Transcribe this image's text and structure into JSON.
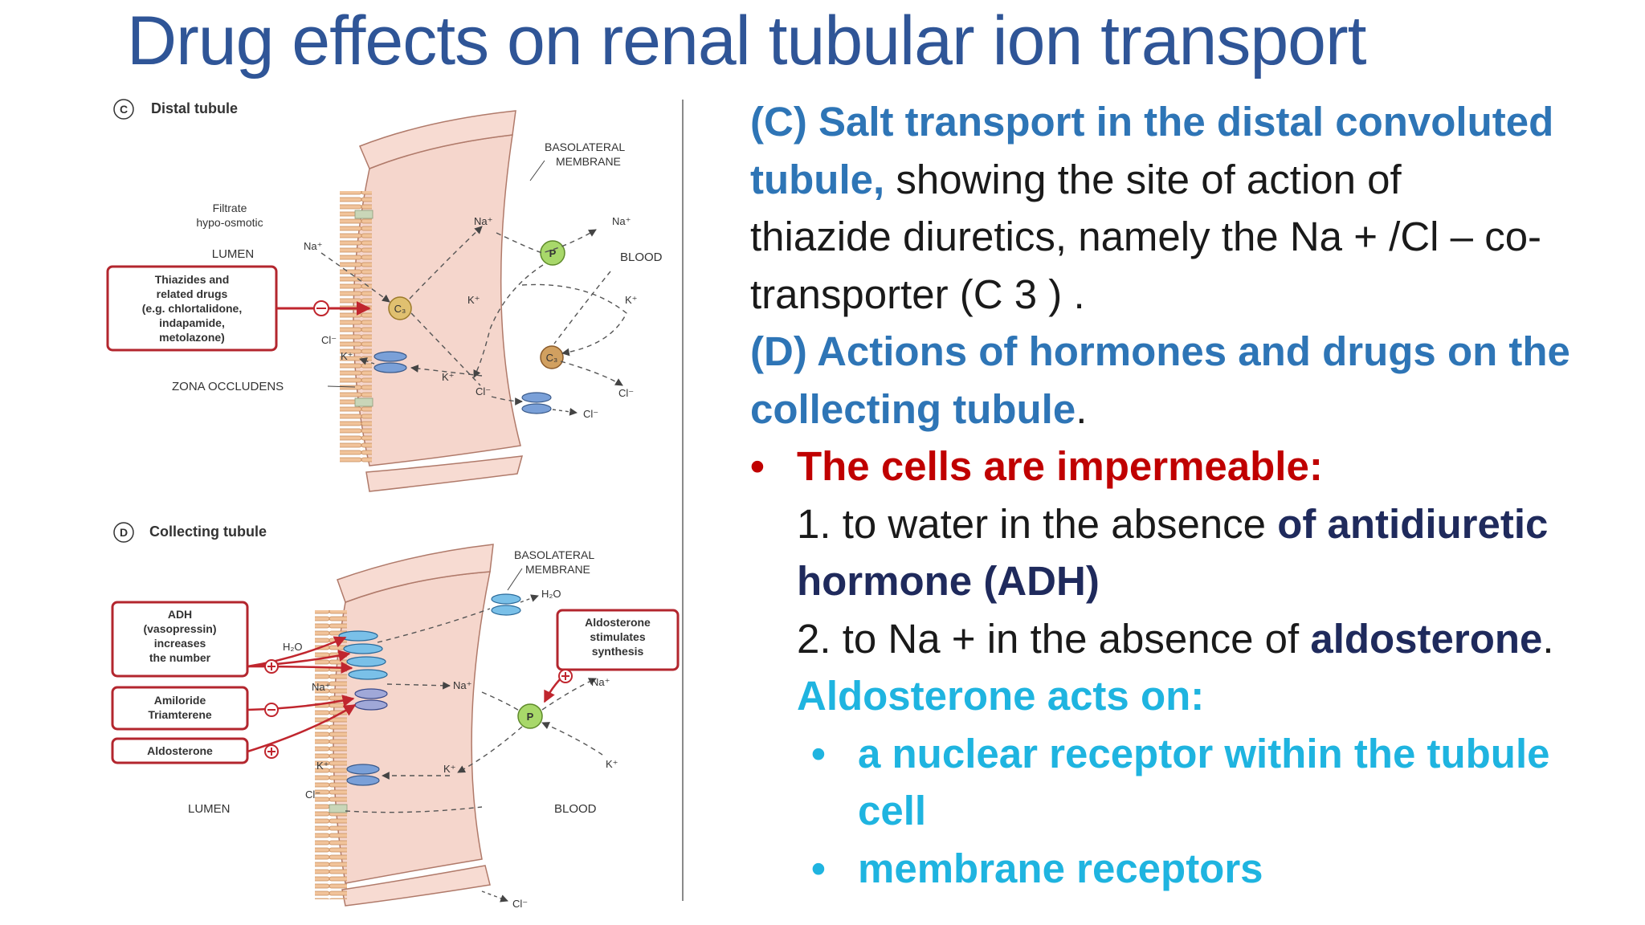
{
  "slide": {
    "title": "Drug effects on renal tubular ion transport"
  },
  "figure_c": {
    "panel_letter": "C",
    "panel_title": "Distal tubule",
    "basolateral": [
      "BASOLATERAL",
      "MEMBRANE"
    ],
    "filtrate": [
      "Filtrate",
      "hypo-osmotic"
    ],
    "lumen": "LUMEN",
    "blood": "BLOOD",
    "zona": "ZONA OCCLUDENS",
    "drug_box": [
      "Thiazides and",
      "related drugs",
      "(e.g. chlortalidone,",
      "indapamide,",
      "metolazone)"
    ],
    "na": "Na⁺",
    "k": "K⁺",
    "cl": "Cl⁻",
    "c3": "C₃",
    "p": "P"
  },
  "figure_d": {
    "panel_letter": "D",
    "panel_title": "Collecting tubule",
    "basolateral": [
      "BASOLATERAL",
      "MEMBRANE"
    ],
    "adh_box": [
      "ADH",
      "(vasopressin)",
      "increases",
      "the number"
    ],
    "amiloride_box": [
      "Amiloride",
      "Triamterene"
    ],
    "aldosterone_box": "Aldosterone",
    "stimulates_box": [
      "Aldosterone",
      "stimulates",
      "synthesis"
    ],
    "h2o": "H₂O",
    "na": "Na⁺",
    "k": "K⁺",
    "cl": "Cl⁻",
    "p": "P",
    "lumen": "LUMEN",
    "blood": "BLOOD"
  },
  "text": {
    "c_heading_1": "(C) Salt transport in the distal convoluted",
    "c_heading_2": "tubule,",
    "c_body_1": " showing the site of action of",
    "c_body_2": "thiazide diuretics, namely the Na + /Cl – co-",
    "c_body_3": "transporter (C 3 ) .",
    "d_heading_1": "(D) Actions of hormones and drugs on the",
    "d_heading_2": "collecting tubule",
    "d_heading_end": ".",
    "bullet": "•",
    "impermeable": "The cells are impermeable:",
    "item1_a": "1. to water in the absence ",
    "item1_b": "of antidiuretic",
    "item1_c": "hormone (ADH)",
    "item2_a": "2. to Na + in the absence of ",
    "item2_b": "aldosterone",
    "item2_c": ".",
    "aldo_acts": "Aldosterone acts on:",
    "sub1_a": "a nuclear receptor within the tubule",
    "sub1_b": "cell",
    "sub2": "membrane receptors"
  },
  "colors": {
    "title": "#2f5597",
    "heading_blue": "#2e75b6",
    "red": "#c00000",
    "navy": "#1f2a5c",
    "cyan": "#1fb4e0",
    "cell": "#f5d6cc",
    "box_border": "#b3262e"
  }
}
